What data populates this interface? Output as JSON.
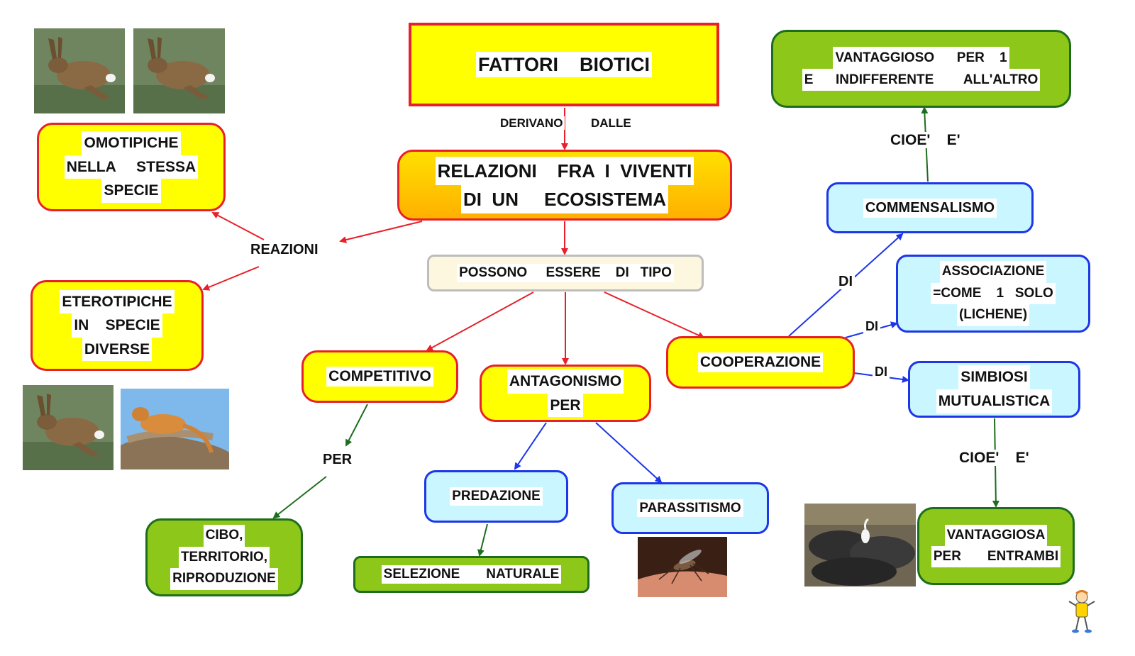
{
  "title": {
    "line1": "FATTORI    BIOTICI"
  },
  "labels": {
    "derivano": "DERIVANO",
    "dalle": "DALLE",
    "reazioni": "REAZIONI",
    "per_left": "PER",
    "di_1": "DI",
    "di_2": "DI",
    "di_3": "DI",
    "cioe_top": "CIOE'    E'",
    "cioe_bottom": "CIOE'    E'"
  },
  "nodes": {
    "relazioni": {
      "line1": "RELAZIONI    FRA  I  VIVENTI",
      "line2": "DI  UN     ECOSISTEMA"
    },
    "possono": {
      "line1": "POSSONO     ESSERE    DI   TIPO"
    },
    "omotipiche": {
      "line1": "OMOTIPICHE",
      "line2": "NELLA     STESSA",
      "line3": "SPECIE"
    },
    "eterotipiche": {
      "line1": "ETEROTIPICHE",
      "line2": "IN    SPECIE",
      "line3": "DIVERSE"
    },
    "competitivo": {
      "line1": "COMPETITIVO"
    },
    "antagonismo": {
      "line1": "ANTAGONISMO",
      "line2": "PER"
    },
    "cooperazione": {
      "line1": "COOPERAZIONE"
    },
    "cibo": {
      "line1": "CIBO,",
      "line2": "TERRITORIO,",
      "line3": "RIPRODUZIONE"
    },
    "predazione": {
      "line1": "PREDAZIONE"
    },
    "parassitismo": {
      "line1": "PARASSITISMO"
    },
    "selezione": {
      "line1": "SELEZIONE       NATURALE"
    },
    "commensalismo": {
      "line1": "COMMENSALISMO"
    },
    "associazione": {
      "line1": "ASSOCIAZIONE",
      "line2": "=COME    1   SOLO",
      "line3": "(LICHENE)"
    },
    "simbiosi": {
      "line1": "SIMBIOSI",
      "line2": "MUTUALISTICA"
    },
    "vantaggioso": {
      "line1": "VANTAGGIOSO      PER    1",
      "line2": "E      INDIFFERENTE        ALL'ALTRO"
    },
    "vantaggiosa": {
      "line1": "VANTAGGIOSA",
      "line2": "PER       ENTRAMBI"
    }
  },
  "pictures": {
    "hare_1": "hare-photo",
    "hare_2": "hare-photo",
    "hare_3": "hare-photo",
    "puma": "puma-photo",
    "mosquito": "mosquito-photo",
    "egret": "egret-and-cattle-photo",
    "mascot": "mascot-figure"
  },
  "colors": {
    "red_arrow": "#e8202a",
    "blue_arrow": "#1d36e8",
    "green_arrow": "#1e6d1e",
    "yellow": "#ffff00",
    "green": "#8cc71a",
    "cyan": "#c9f6ff"
  }
}
